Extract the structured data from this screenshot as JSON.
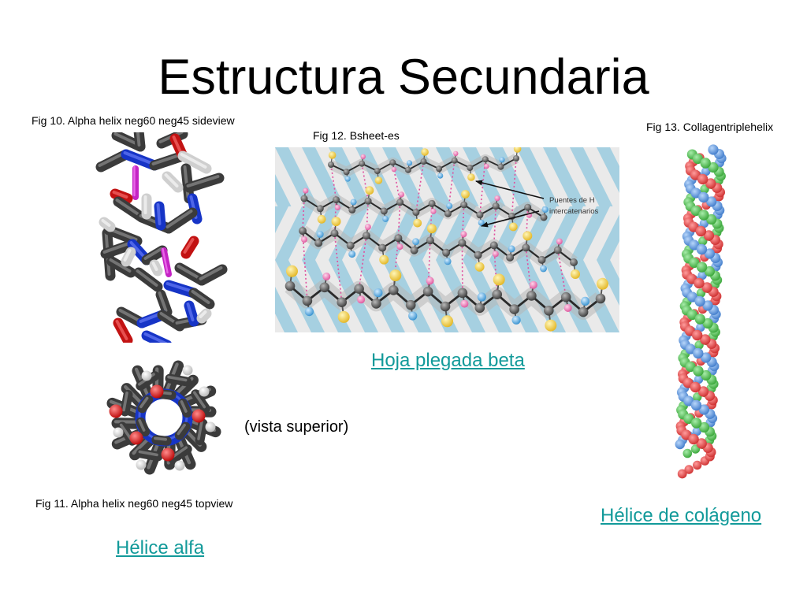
{
  "slide": {
    "title": "Estructura Secundaria",
    "link_color": "#129a9a"
  },
  "figures": {
    "alpha_side": {
      "caption": "Fig 10. Alpha helix neg60 neg45 sideview"
    },
    "alpha_top": {
      "caption": "Fig 11. Alpha helix neg60 neg45 topview",
      "note": "(vista superior)"
    },
    "beta_sheet": {
      "caption": "Fig 12. Bsheet-es",
      "annotation": [
        "Puentes de H",
        "intercatenarios"
      ]
    },
    "collagen": {
      "caption": "Fig 13. Collagentriplehelix",
      "chain_colors": [
        "#3b78c9",
        "#cc2a2a",
        "#34a334"
      ]
    }
  },
  "links": {
    "beta": "Hoja plegada beta",
    "collagen": "Hélice de colágeno",
    "alpha": "Hélice alfa"
  }
}
